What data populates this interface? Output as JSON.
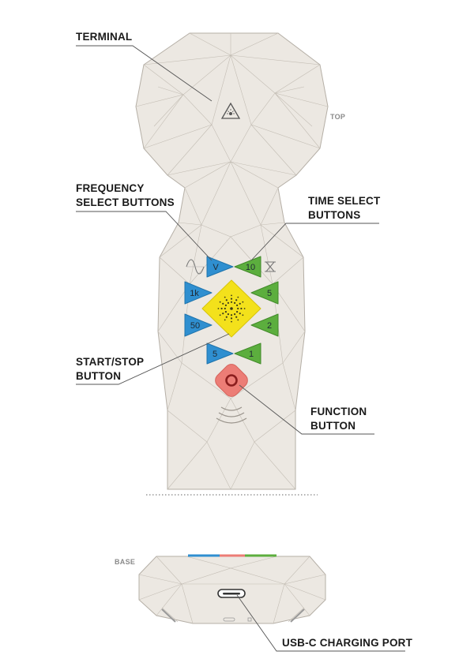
{
  "labels": {
    "terminal": "TERMINAL",
    "top": "TOP",
    "frequency_line1": "FREQUENCY",
    "frequency_line2": "SELECT BUTTONS",
    "time_line1": "TIME SELECT",
    "time_line2": "BUTTONS",
    "start_line1": "START/STOP",
    "start_line2": "BUTTON",
    "function_line1": "FUNCTION",
    "function_line2": "BUTTON",
    "base": "BASE",
    "usb": "USB-C CHARGING PORT"
  },
  "frequency_buttons": [
    "V",
    "1k",
    "50",
    "5"
  ],
  "time_buttons": [
    "10",
    "5",
    "2",
    "1"
  ],
  "icons": [
    "laser-warning-icon",
    "sine-wave-icon",
    "hourglass-icon",
    "starburst-icon",
    "power-ring-icon",
    "vibration-icon",
    "usb-c-port-icon"
  ],
  "colors": {
    "body_fill": "#ece8e2",
    "body_stroke": "#b9b3ab",
    "frequency_blue": "#2f8fd0",
    "time_green": "#5cae3e",
    "start_yellow": "#f3e11b",
    "function_red": "#ec7d76",
    "leader_line": "#555555"
  }
}
